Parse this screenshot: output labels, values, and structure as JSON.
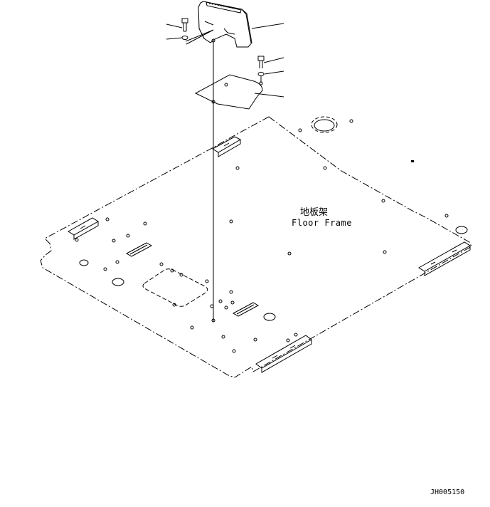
{
  "diagram": {
    "label_cn": "地板架",
    "label_en": "Floor Frame",
    "drawing_id": "JH005150"
  },
  "parts": [
    {
      "name": "monitor-housing"
    },
    {
      "name": "bolt-upper-left"
    },
    {
      "name": "washer-upper-left"
    },
    {
      "name": "bolt-right"
    },
    {
      "name": "washer-right"
    },
    {
      "name": "mounting-plate"
    },
    {
      "name": "floor-frame"
    }
  ],
  "style": {
    "line_color": "#000000",
    "background": "#ffffff"
  }
}
